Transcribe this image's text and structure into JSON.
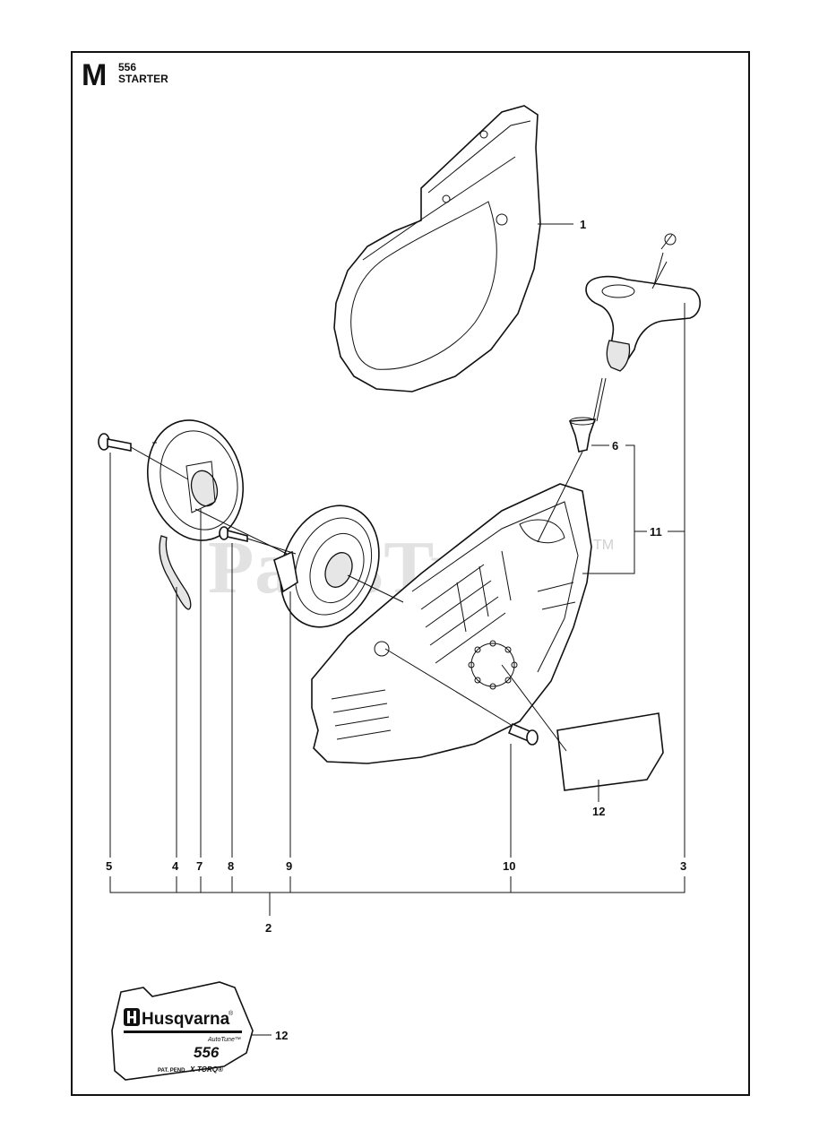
{
  "header": {
    "section_letter": "M",
    "model_number": "556",
    "section_title": "STARTER"
  },
  "watermark": {
    "text": "PartsTree",
    "trademark": "TM"
  },
  "callouts": {
    "c1": "1",
    "c2": "2",
    "c3": "3",
    "c4": "4",
    "c5": "5",
    "c6": "6",
    "c7": "7",
    "c8": "8",
    "c9": "9",
    "c10": "10",
    "c11": "11",
    "c12a": "12",
    "c12b": "12"
  },
  "decal": {
    "brand": "Husqvarna",
    "brand_mark": "®",
    "tagline": "AutoTune™",
    "model": "556",
    "footer_left": "PAT. PEND.",
    "footer_right": "X-TORQ®"
  }
}
